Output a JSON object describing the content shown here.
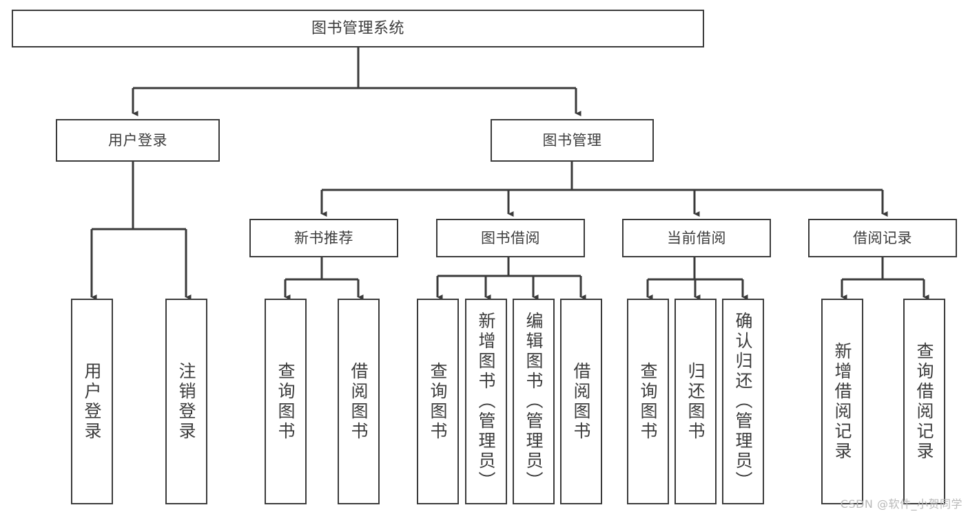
{
  "diagram": {
    "title": "图书管理系统",
    "type": "tree-hierarchy",
    "colors": {
      "box_border": "#3a3a3a",
      "box_fill": "#ffffff",
      "edge": "#3a3a3a",
      "text": "#3c3c3c",
      "watermark": "#b9b9b9",
      "background": "#ffffff"
    },
    "root": {
      "label": "图书管理系统"
    },
    "level1": [
      {
        "label": "用户登录"
      },
      {
        "label": "图书管理"
      }
    ],
    "level2": [
      {
        "label": "新书推荐"
      },
      {
        "label": "图书借阅"
      },
      {
        "label": "当前借阅"
      },
      {
        "label": "借阅记录"
      }
    ],
    "leaves": {
      "user_login": [
        {
          "label": "用户登录"
        },
        {
          "label": "注销登录"
        }
      ],
      "new_book_recommend": [
        {
          "label": "查询图书"
        },
        {
          "label": "借阅图书"
        }
      ],
      "book_borrow": [
        {
          "label": "查询图书"
        },
        {
          "label": "新增图书（管理员）"
        },
        {
          "label": "编辑图书（管理员）"
        },
        {
          "label": "借阅图书"
        }
      ],
      "current_borrow": [
        {
          "label": "查询图书"
        },
        {
          "label": "归还图书"
        },
        {
          "label": "确认归还（管理员）"
        }
      ],
      "borrow_record": [
        {
          "label": "新增借阅记录"
        },
        {
          "label": "查询借阅记录"
        }
      ]
    }
  },
  "watermark": {
    "text": "CSDN @软件_小贺同学"
  }
}
